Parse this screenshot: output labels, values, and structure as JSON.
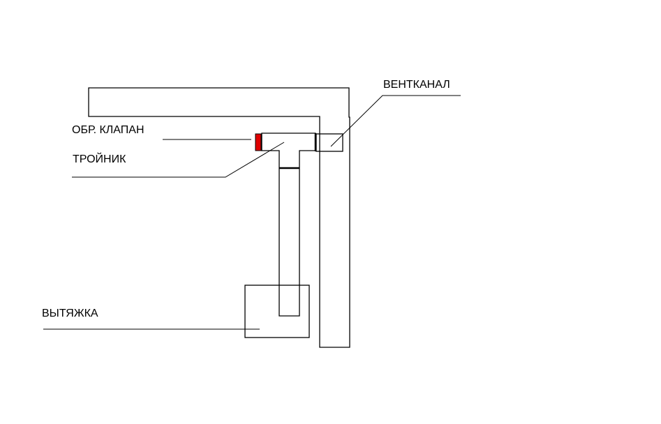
{
  "labels": {
    "ventkanal": "ВЕНТКАНАЛ",
    "check_valve": "ОБР. КЛАПАН",
    "tee": "ТРОЙНИК",
    "hood": "ВЫТЯЖКА"
  },
  "colors": {
    "line": "#000000",
    "valve": "#e00000"
  }
}
